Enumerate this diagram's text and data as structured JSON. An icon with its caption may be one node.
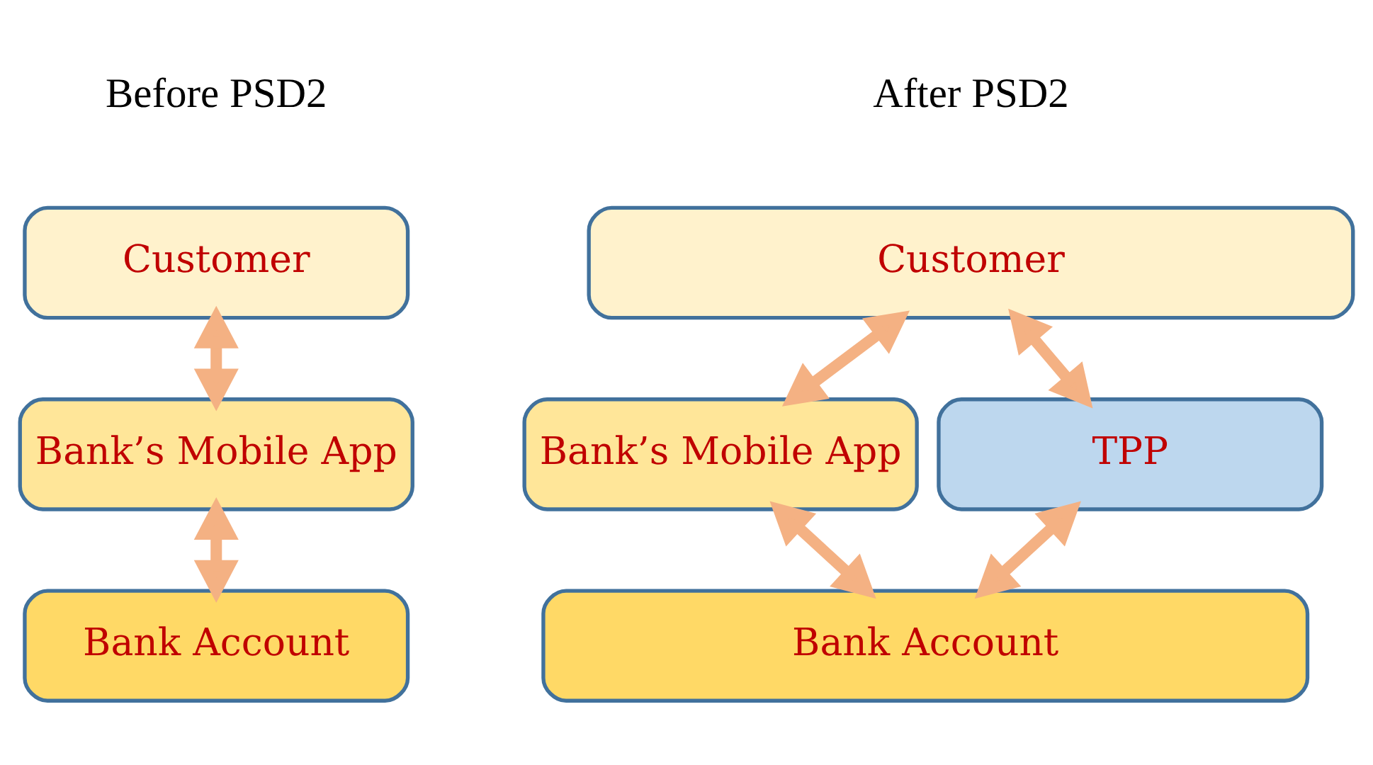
{
  "diagram": {
    "nodes": [
      {
        "text": [
          "Customer"
        ]
      },
      {
        "text": [
          "Bank’s Mobile App"
        ]
      },
      {
        "text": [
          "Bank Account"
        ]
      },
      {
        "text": [
          "Customer"
        ]
      },
      {
        "text": [
          "Bank’s Mobile App"
        ]
      },
      {
        "text": [
          "TPP"
        ]
      },
      {
        "text": [
          "Bank Account"
        ]
      }
    ],
    "edges": [
      {
        "from": 0,
        "to": 1,
        "arrow": "both"
      },
      {
        "from": 1,
        "to": 2,
        "arrow": "both"
      },
      {
        "from": 3,
        "to": 4,
        "arrow": "both"
      },
      {
        "from": 3,
        "to": 5,
        "arrow": "both"
      },
      {
        "from": 4,
        "to": 6,
        "arrow": "both"
      },
      {
        "from": 5,
        "to": 6,
        "arrow": "both"
      }
    ],
    "labels": [
      "Before PSD2",
      "After PSD2"
    ]
  }
}
